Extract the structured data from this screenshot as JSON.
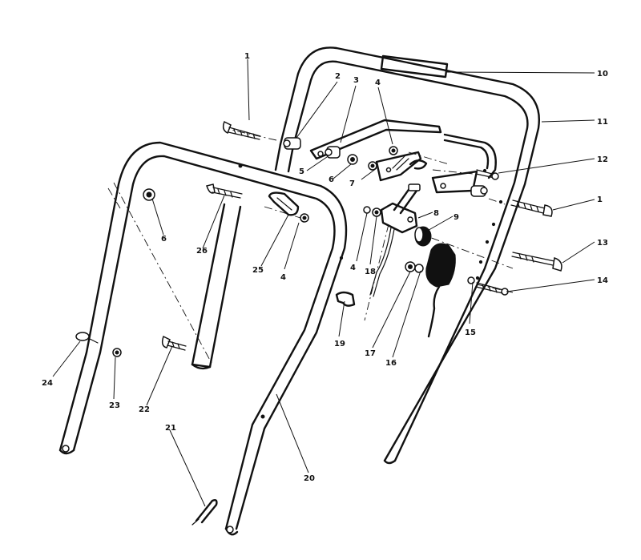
{
  "callouts": {
    "c1a": "1",
    "c1b": "1",
    "c2": "2",
    "c3": "3",
    "c4a": "4",
    "c4b": "4",
    "c4c": "4",
    "c5": "5",
    "c6a": "6",
    "c6b": "6",
    "c7": "7",
    "c8": "8",
    "c9": "9",
    "c10": "10",
    "c11": "11",
    "c12": "12",
    "c13": "13",
    "c14": "14",
    "c15": "15",
    "c16": "16",
    "c17": "17",
    "c18": "18",
    "c19": "19",
    "c20": "20",
    "c21": "21",
    "c22": "22",
    "c23": "23",
    "c24": "24",
    "c25": "25",
    "c26": "26"
  }
}
